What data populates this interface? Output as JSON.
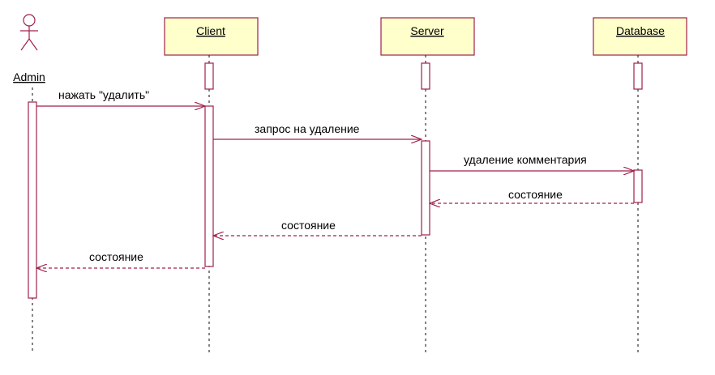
{
  "diagram": {
    "type": "sequence",
    "actor": {
      "label": "Admin"
    },
    "participants": [
      {
        "id": "client",
        "label": "Client"
      },
      {
        "id": "server",
        "label": "Server"
      },
      {
        "id": "database",
        "label": "Database"
      }
    ],
    "messages": [
      {
        "from": "admin",
        "to": "client",
        "label": "нажать \"удалить\"",
        "kind": "call"
      },
      {
        "from": "client",
        "to": "server",
        "label": "запрос на удаление",
        "kind": "call"
      },
      {
        "from": "server",
        "to": "database",
        "label": "удаление комментария",
        "kind": "call"
      },
      {
        "from": "database",
        "to": "server",
        "label": "состояние",
        "kind": "return"
      },
      {
        "from": "server",
        "to": "client",
        "label": "состояние",
        "kind": "return"
      },
      {
        "from": "client",
        "to": "admin",
        "label": "состояние",
        "kind": "return"
      }
    ],
    "colors": {
      "line": "#a0204a",
      "box_fill": "#ffffcc",
      "activation_fill": "#ffffff",
      "lifeline": "#333333",
      "text": "#000000"
    }
  }
}
